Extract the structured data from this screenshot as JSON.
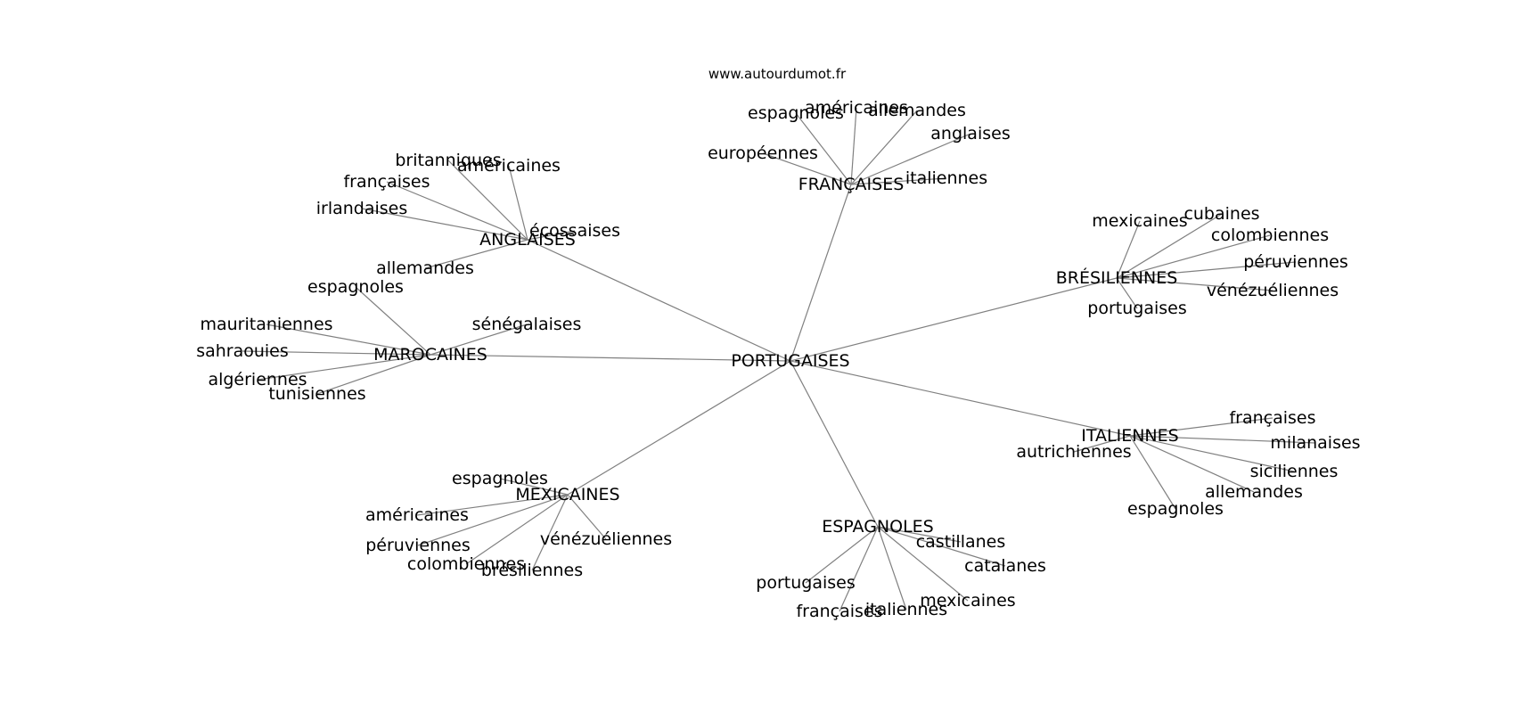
{
  "source": "www.autourdumot.fr",
  "root": "PORTUGAISES",
  "edge_color": "#808080",
  "hubs": [
    {
      "label": "FRANÇAISES",
      "leaves": [
        "espagnoles",
        "américaines",
        "allemandes",
        "anglaises",
        "européennes",
        "italiennes"
      ]
    },
    {
      "label": "ANGLAISES",
      "leaves": [
        "britanniques",
        "américaines",
        "françaises",
        "irlandaises",
        "écossaises",
        "allemandes"
      ]
    },
    {
      "label": "BRÉSILIENNES",
      "leaves": [
        "mexicaines",
        "cubaines",
        "colombiennes",
        "péruviennes",
        "vénézuéliennes",
        "portugaises"
      ]
    },
    {
      "label": "MAROCAINES",
      "leaves": [
        "espagnoles",
        "sénégalaises",
        "mauritaniennes",
        "sahraouies",
        "algériennes",
        "tunisiennes"
      ]
    },
    {
      "label": "ITALIENNES",
      "leaves": [
        "françaises",
        "milanaises",
        "autrichiennes",
        "siciliennes",
        "allemandes",
        "espagnoles"
      ]
    },
    {
      "label": "MEXICAINES",
      "leaves": [
        "espagnoles",
        "américaines",
        "vénézuéliennes",
        "péruviennes",
        "colombiennes",
        "brésiliennes"
      ]
    },
    {
      "label": "ESPAGNOLES",
      "leaves": [
        "castillanes",
        "catalanes",
        "portugaises",
        "mexicaines",
        "françaises",
        "italiennes"
      ]
    }
  ]
}
